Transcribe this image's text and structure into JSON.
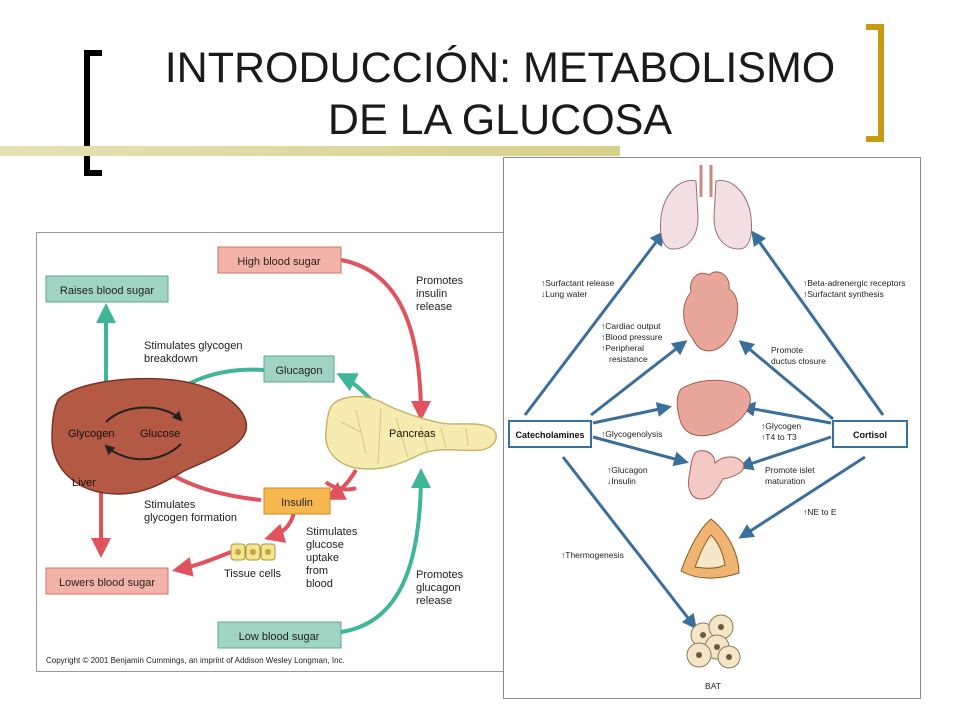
{
  "title": {
    "line1": "INTRODUCCIÓN: METABOLISMO",
    "line2": "DE LA GLUCOSA"
  },
  "left_diagram": {
    "boxes": {
      "high_blood_sugar": "High blood sugar",
      "raises_blood_sugar": "Raises blood sugar",
      "glucagon": "Glucagon",
      "insulin": "Insulin",
      "lowers_blood_sugar": "Lowers blood sugar",
      "low_blood_sugar": "Low blood sugar"
    },
    "labels": {
      "promotes_insulin": [
        "Promotes",
        "insulin",
        "release"
      ],
      "stimulates_breakdown": [
        "Stimulates glycogen",
        "breakdown"
      ],
      "glycogen": "Glycogen",
      "glucose": "Glucose",
      "liver": "Liver",
      "pancreas": "Pancreas",
      "stimulates_formation": [
        "Stimulates",
        "glycogen formation"
      ],
      "stimulates_uptake": [
        "Stimulates",
        "glucose",
        "uptake",
        "from",
        "blood"
      ],
      "tissue_cells": "Tissue cells",
      "promotes_glucagon": [
        "Promotes",
        "glucagon",
        "release"
      ],
      "copyright": "Copyright © 2001 Benjamin Cummings, an imprint of Addison Wesley Longman, Inc."
    },
    "colors": {
      "red_box": "#f4b3a8",
      "green_box": "#9fd4c2",
      "orange_box": "#f6b84e",
      "red_arrow": "#e0525d",
      "green_arrow": "#3fb59a",
      "liver": "#b45a44",
      "pancreas": "#f7ecb0"
    }
  },
  "right_diagram": {
    "boxes": {
      "catecholamines": "Catecholamines",
      "cortisol": "Cortisol"
    },
    "labels": {
      "surfactant_release": "↑Surfactant release",
      "lung_water": "↓Lung water",
      "beta_receptors": "↑Beta-adrenergic receptors",
      "surfactant_synthesis": "↑Surfactant synthesis",
      "cardiac_output": "↑Cardiac output",
      "blood_pressure": "↑Blood pressure",
      "peripheral": "↑Peripheral",
      "resistance": "resistance",
      "ductus1": "Promote",
      "ductus2": "ductus closure",
      "glycogenolysis": "↑Glycogenolysis",
      "glycogen": "↑Glycogen",
      "t4_t3": "↑T4 to T3",
      "glucagon": "↑Glucagon",
      "insulin": "↓Insulin",
      "islet1": "Promote islet",
      "islet2": "maturation",
      "ne_to_e": "↑NE to E",
      "thermogenesis": "↑Thermogenesis",
      "bat": "BAT"
    },
    "colors": {
      "arrow": "#3a6f9c",
      "organ": "#e8a79a",
      "box_border": "#3a6f9c"
    }
  }
}
